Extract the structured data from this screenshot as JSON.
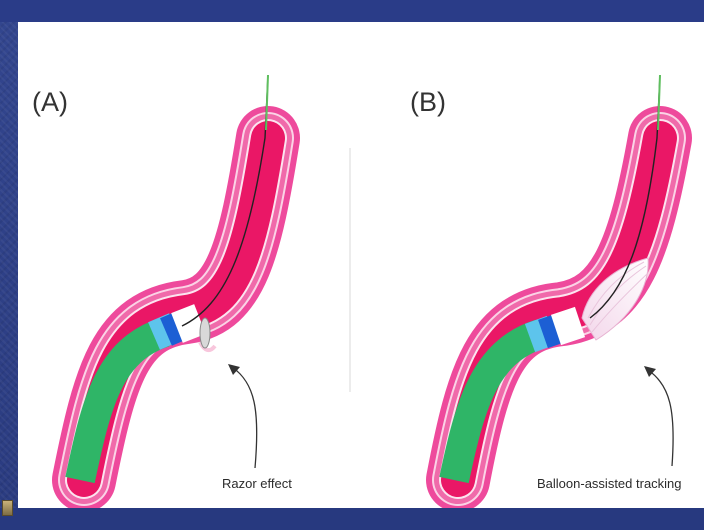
{
  "panels": [
    {
      "label": "(A)",
      "caption": "Razor effect"
    },
    {
      "label": "(B)",
      "caption": "Balloon-assisted tracking"
    }
  ],
  "colors": {
    "slide_background": "#2c3e86",
    "vessel_pink": "#ee4a9c",
    "vessel_lumen": "#ea1766",
    "catheter_green": "#2fb567",
    "catheter_band_blue": "#1c5fd4",
    "guidewire_green": "#5fbf5f"
  }
}
